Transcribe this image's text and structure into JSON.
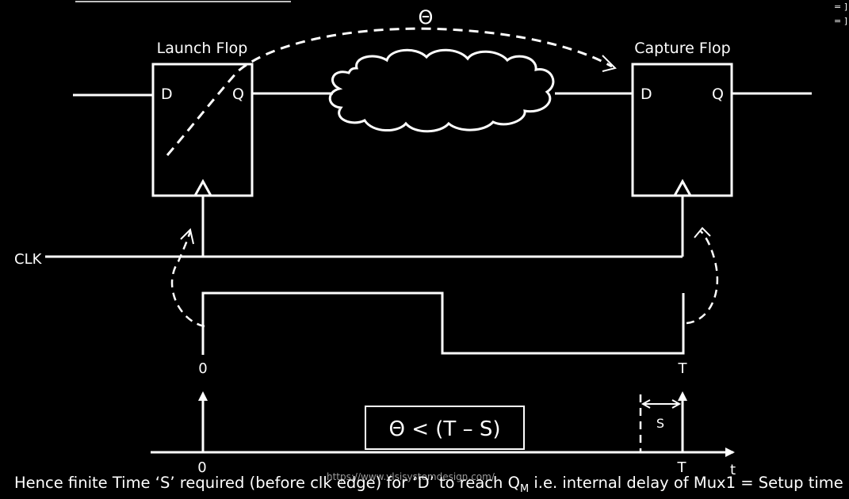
{
  "theta": "Θ",
  "launch_label": "Launch Flop",
  "capture_label": "Capture Flop",
  "d_label": "D",
  "q_label": "Q",
  "clk_label": "CLK",
  "t0_label": "0",
  "T_label": "T",
  "axis_t_label": "t",
  "s_label": "S",
  "inequality": "Θ < (T – S)",
  "footer_text": "Hence finite Time ‘S’ required (before clk edge) for ‘D’ to reach Q",
  "footer_sub": "M",
  "footer_tail": " i.e. internal delay of Mux1 = Setup time",
  "watermark": "https://www.vlsisystemdesign.com/",
  "corner_marks": [
    "= ]",
    "= ]"
  ]
}
